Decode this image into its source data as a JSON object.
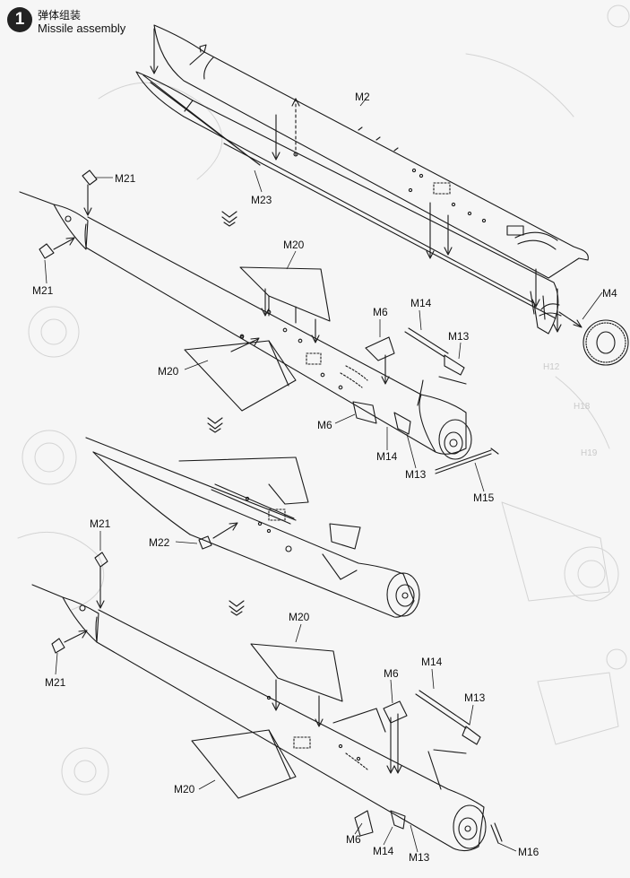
{
  "step": {
    "number": "1",
    "title_zh": "弹体组装",
    "title_en": "Missile assembly"
  },
  "parts": {
    "m2": "M2",
    "m4": "M4",
    "m6": "M6",
    "m13": "M13",
    "m14": "M14",
    "m15": "M15",
    "m16": "M16",
    "m20": "M20",
    "m21": "M21",
    "m22": "M22",
    "m23": "M23"
  },
  "background": {
    "ghost_labels": [
      "H12",
      "H18",
      "H19"
    ]
  },
  "colors": {
    "line": "#1a1a1a",
    "paper": "#f6f6f6",
    "ghost": "#cfcfcf",
    "badge": "#222222"
  }
}
